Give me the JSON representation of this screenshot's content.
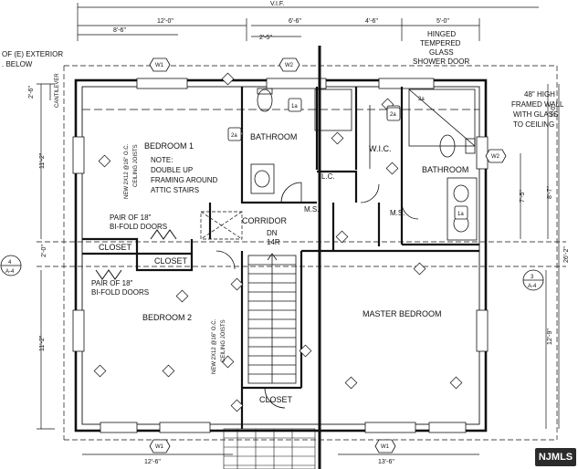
{
  "dimensions": {
    "top_overall": "V.I.F.",
    "top_left": "12'-0\"",
    "top_sub_left": "8'-6\"",
    "top_center_a": "2'-5\"",
    "top_center_b": "6'-6\"",
    "top_right_a": "4'-6\"",
    "top_right_b": "5'-0\"",
    "left_upper": "11'-2\"",
    "left_mid": "2'-0\"",
    "left_lower": "11'-2\"",
    "left_top": "2'-6\"",
    "right_upper": "8'-7\"",
    "right_mid": "7'-5\"",
    "right_overall": "26'-2\"",
    "right_lower": "12'-9\"",
    "right_top": "3'-0\"",
    "bottom_left": "12'-6\"",
    "bottom_right": "13'-6\""
  },
  "labels": {
    "cantilever": "CANTILEVER",
    "exterior_note_1": "OF (E) EXTERIOR",
    "exterior_note_2": ". BELOW",
    "shower_note_1": "HINGED",
    "shower_note_2": "TEMPERED",
    "shower_note_3": "GLASS",
    "shower_note_4": "SHOWER DOOR",
    "wall_note_1": "48\" HIGH",
    "wall_note_2": "FRAMED WALL",
    "wall_note_3": "WITH GLASS",
    "wall_note_4": "TO CEILING",
    "bedroom1": "BEDROOM 1",
    "note_1": "NOTE:",
    "note_2": "DOUBLE UP",
    "note_3": "FRAMING AROUND",
    "note_4": "ATTIC STAIRS",
    "joists_1": "NEW 2X12 @16\" O.C.",
    "joists_1b": "CEILING JOISTS",
    "bathroom1": "BATHROOM",
    "wic": "W.I.C.",
    "bathroom2": "BATHROOM",
    "lc": "L.C.",
    "ms1": "M.S.",
    "ms2": "M.S.",
    "bifold1_a": "PAIR OF 18\"",
    "bifold1_b": "BI-FOLD DOORS",
    "corridor": "CORRIDOR",
    "stair_dn": "DN",
    "stair_count": "14R",
    "closet1": "CLOSET",
    "closet2": "CLOSET",
    "bifold2_a": "PAIR OF 18\"",
    "bifold2_b": "BI-FOLD DOORS",
    "bedroom2": "BEDROOM 2",
    "joists_2": "NEW 2X12 @16\" O.C.",
    "joists_2b": "CEILING JOISTS",
    "master": "MASTER BEDROOM",
    "closet3": "CLOSET",
    "section_left_num": "4",
    "section_left_sheet": "A-4",
    "section_right_num": "3",
    "section_right_sheet": "A-4",
    "window_w1a": "W1",
    "window_w2a": "W2",
    "window_w2b": "W2",
    "window_w1b": "W1",
    "window_w1c": "W1",
    "fixture_1a": "1a",
    "fixture_2a_a": "2a",
    "fixture_2a_b": "2a",
    "fixture_2a_c": "2a",
    "fixture_1a_b": "1a"
  },
  "watermark": {
    "text": "NJMLS"
  },
  "colors": {
    "line": "#111111",
    "background": "#ffffff",
    "watermark_bg": "#2b2b2b"
  }
}
